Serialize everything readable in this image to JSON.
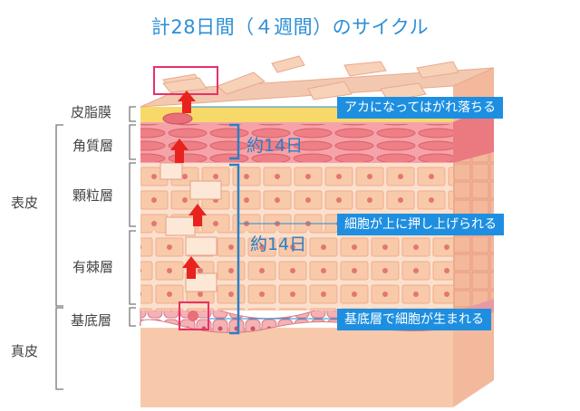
{
  "title": "計28日間（４週間）のサイクル",
  "layers": {
    "stratum_corneum_film": "皮脂膜",
    "stratum_corneum": "角質層",
    "stratum_granulosum": "顆粒層",
    "stratum_spinosum": "有棘層",
    "stratum_basale": "基底層"
  },
  "groups": {
    "epidermis": "表皮",
    "dermis": "真皮"
  },
  "durations": {
    "upper": "約14日",
    "lower": "約14日"
  },
  "annotations": {
    "shed": "アカになってはがれ落ちる",
    "pushed_up": "細胞が上に押し上げられる",
    "born": "基底層で細胞が生まれる"
  },
  "colors": {
    "title": "#2c8fd6",
    "tag_bg": "#1e8fe0",
    "bracket": "#2a7fc8",
    "arrow": "#e8231e",
    "highlight_box": "#e8306a",
    "skin_light": "#fbe3d2",
    "corneum": "#ee7f86",
    "sebum": "#f7d96a"
  }
}
